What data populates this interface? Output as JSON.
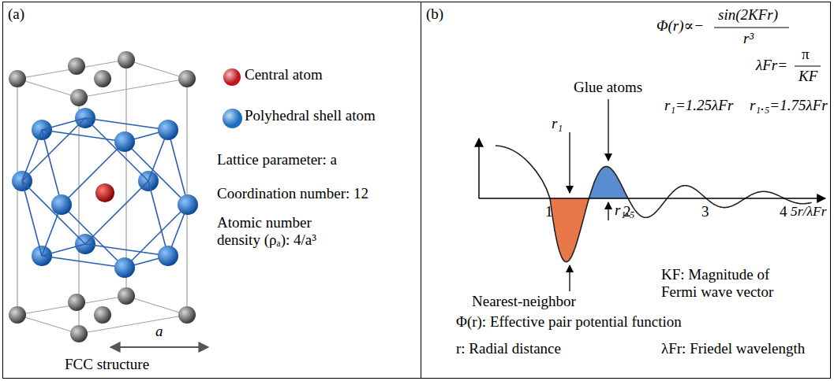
{
  "diagram": {
    "nodes": [
      {
        "text": [
          "(a)"
        ]
      },
      {
        "text": [
          "(b)"
        ]
      }
    ],
    "labels": [
      "Lattice parameter: a",
      "Coordination number: 12",
      "Atomic number density (ρₐ): 4/a³",
      "a",
      "FCC structure",
      "Φ(r)∝−",
      "sin(2KFr)",
      "r³",
      "λFr=",
      "π",
      "KF",
      "Glue atoms",
      "r₁",
      "r₁=1.25λFr",
      "r₁.₅=1.75λFr",
      "1",
      "2",
      "3",
      "4",
      "5r/λFr",
      "r₁.₅",
      "Nearest-neighbor",
      "KF: Magnitude of Fermi wave vector",
      "Φ(r): Effective pair potential function",
      "r: Radial distance",
      "λFr: Friedel wavelength"
    ],
    "legend": [
      {
        "text": "Central atom",
        "color": "#c0141a"
      },
      {
        "text": "Polyhedral shell atom",
        "color": "#1a6fc4"
      }
    ]
  }
}
